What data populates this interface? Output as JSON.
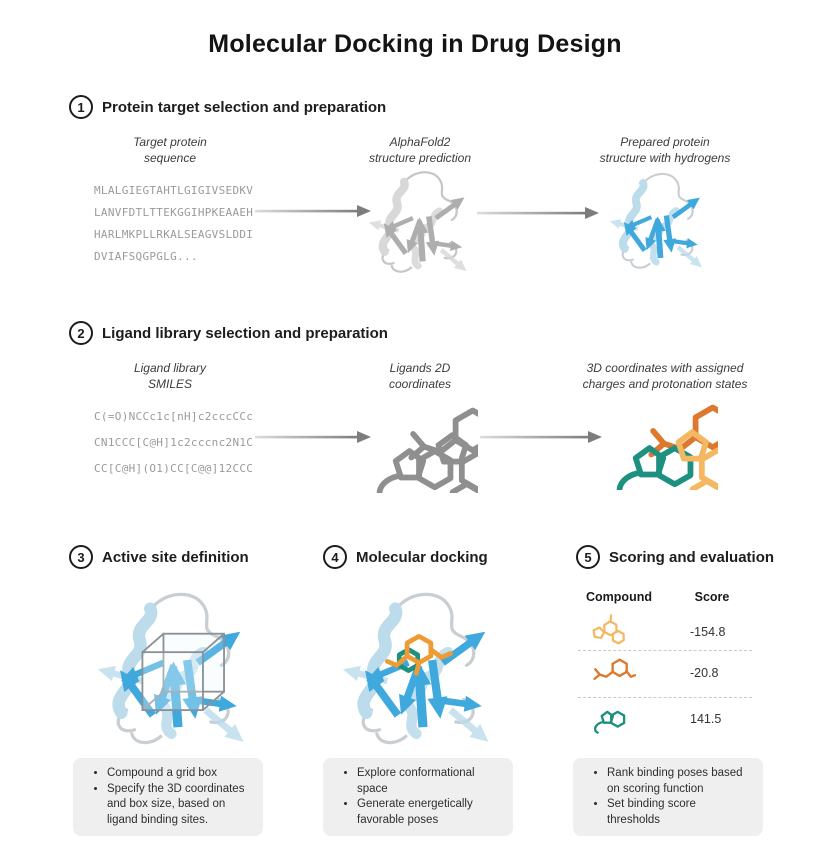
{
  "title": "Molecular Docking in Drug Design",
  "step1": {
    "number": "1",
    "heading": "Protein target selection and preparation",
    "captions": [
      "Target protein\nsequence",
      "AlphaFold2\nstructure prediction",
      "Prepared protein\nstructure with hydrogens"
    ],
    "sequence_lines": [
      "MLALGIEGTAHTLGIGIVSEDKV",
      "LANVFDTLTTEKGGIHPKEAAEH",
      "HARLMKPLLRKALSEAGVSLDDI",
      "DVIAFSQGPGLG..."
    ]
  },
  "step2": {
    "number": "2",
    "heading": "Ligand library selection and preparation",
    "captions": [
      "Ligand library\nSMILES",
      "Ligands 2D\ncoordinates",
      "3D coordinates with assigned\ncharges and protonation states"
    ],
    "smiles_lines": [
      "C(=O)NCCc1c[nH]c2cccCCc",
      "CN1CCC[C@H]1c2cccnc2N1C",
      "CC[C@H](O1)CC[C@@]12CCC"
    ]
  },
  "step3": {
    "number": "3",
    "heading": "Active site definition",
    "bullets": [
      "Compound a grid box",
      "Specify the 3D coordinates and box size, based on ligand binding sites."
    ]
  },
  "step4": {
    "number": "4",
    "heading": "Molecular docking",
    "bullets": [
      "Explore conformational space",
      "Generate energetically favorable poses"
    ]
  },
  "step5": {
    "number": "5",
    "heading": "Scoring and evaluation",
    "table": {
      "headers": [
        "Compound",
        "Score"
      ],
      "rows": [
        {
          "compound_icon": "amber-ligand",
          "score": "-154.8"
        },
        {
          "compound_icon": "orange-ligand",
          "score": "-20.8"
        },
        {
          "compound_icon": "teal-ligand",
          "score": "141.5"
        }
      ]
    },
    "bullets": [
      "Rank binding poses based on scoring function",
      "Set binding score thresholds"
    ]
  },
  "colors": {
    "protein_blue": "#3FA9DE",
    "protein_gray": "#AEAEAE",
    "ligand_orange": "#DC792E",
    "ligand_teal": "#1E9080",
    "ligand_amber": "#F4B762"
  }
}
